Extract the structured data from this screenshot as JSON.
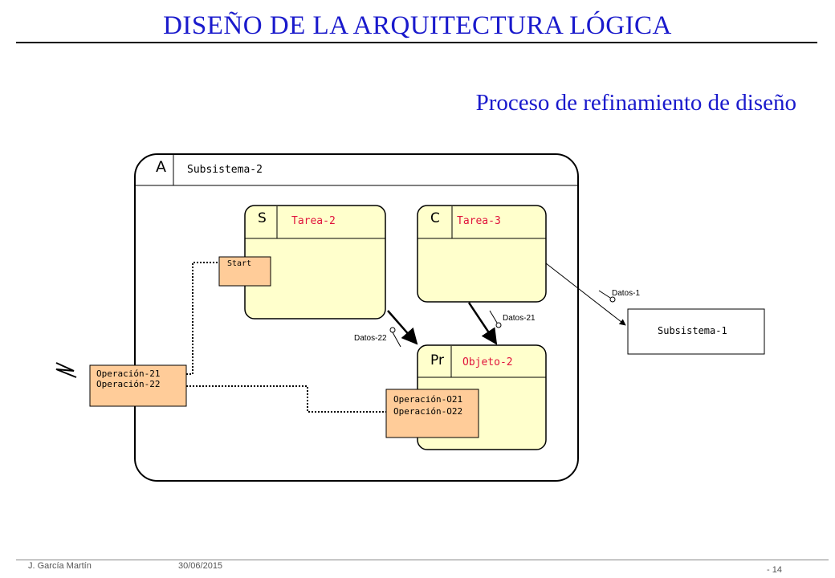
{
  "title": "DISEÑO DE LA ARQUITECTURA LÓGICA",
  "subtitle": "Proceso de refinamiento de diseño",
  "colors": {
    "title": "#1a1acc",
    "box_fill": "#ffffcc",
    "interface_fill": "#ffcc99",
    "task_label": "#e0143c"
  },
  "subsystem2": {
    "type": "A",
    "name": "Subsistema-2"
  },
  "task2": {
    "type": "S",
    "name": "Tarea-2",
    "entry": "Start"
  },
  "task3": {
    "type": "C",
    "name": "Tarea-3"
  },
  "object2": {
    "type": "Pr",
    "name": "Objeto-2",
    "operations": [
      "Operación-O21",
      "Operación-O22"
    ]
  },
  "interface": {
    "operations": [
      "Operación-21",
      "Operación-22"
    ]
  },
  "subsystem1": {
    "name": "Subsistema-1"
  },
  "data_flows": {
    "d1": "Datos-1",
    "d21": "Datos-21",
    "d22": "Datos-22"
  },
  "footer": {
    "author": "J. García Martín",
    "date": "30/06/2015",
    "page": "- 14"
  }
}
